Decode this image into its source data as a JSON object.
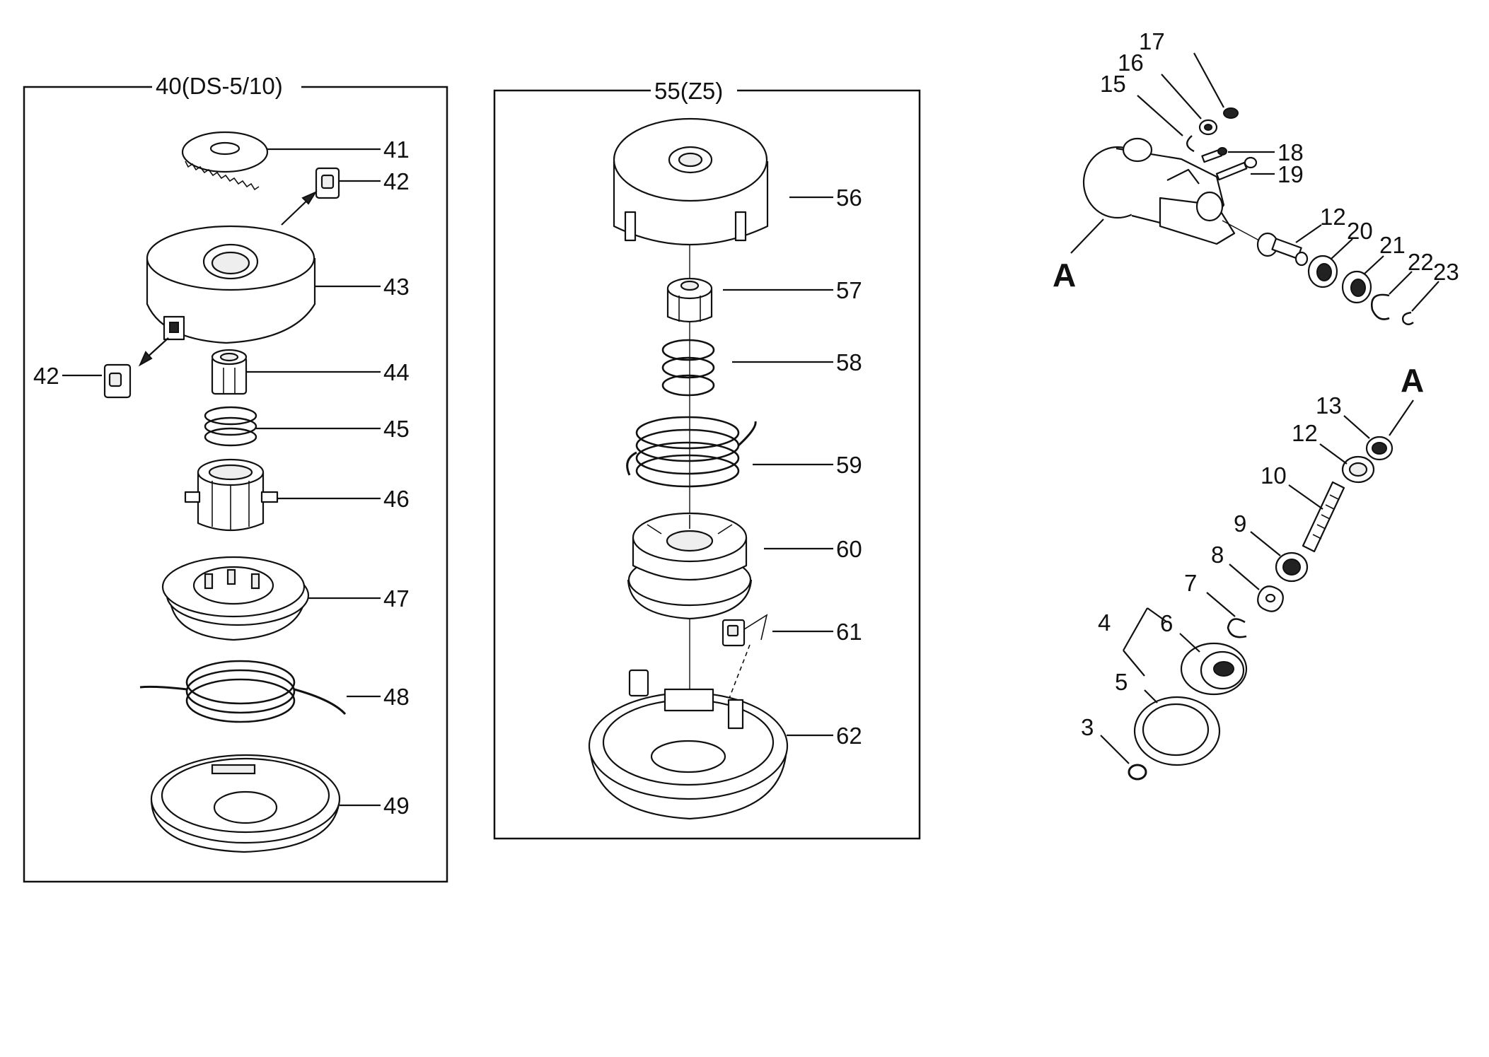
{
  "assemblies": {
    "left": {
      "title": "40(DS-5/10)"
    },
    "middle": {
      "title": "55(Z5)"
    }
  },
  "callouts": {
    "left": [
      "41",
      "42",
      "43",
      "42",
      "44",
      "45",
      "46",
      "47",
      "48",
      "49"
    ],
    "middle": [
      "56",
      "57",
      "58",
      "59",
      "60",
      "61",
      "62"
    ],
    "gearhead": [
      "17",
      "16",
      "15",
      "18",
      "19",
      "12",
      "20",
      "21",
      "22",
      "23"
    ],
    "shaft": [
      "13",
      "12",
      "10",
      "9",
      "8",
      "7",
      "4",
      "6",
      "5",
      "3"
    ]
  },
  "detail_markers": [
    "A",
    "A"
  ]
}
